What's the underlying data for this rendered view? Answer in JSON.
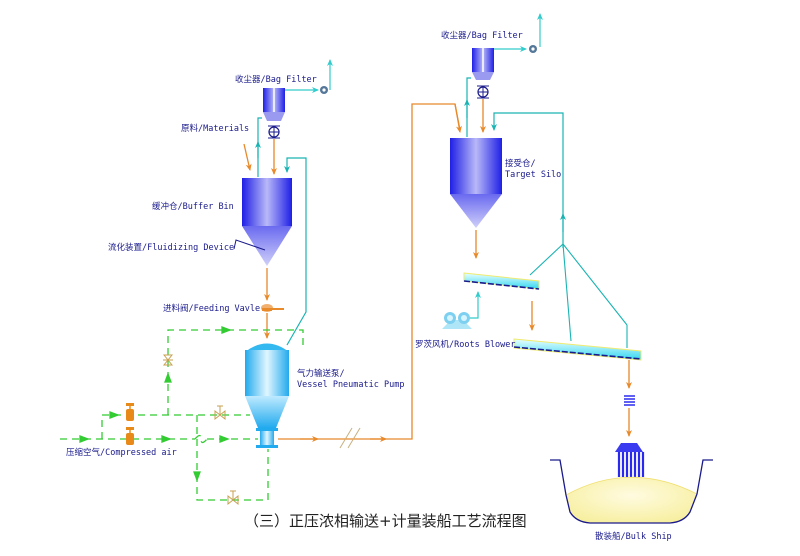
{
  "title": "（三）正压浓相输送+计量装船工艺流程图",
  "colors": {
    "material_line": "#e8892a",
    "exhaust_line": "#1ab3b3",
    "air_line": "#33cc33",
    "label_text": "#1a1a8c",
    "equipment_blue": "#2a2aee",
    "pump_cyan": "#33b8f0",
    "valve_orange": "#e88a1a"
  },
  "labels": {
    "bag_filter_1": "收尘器/Bag Filter",
    "materials": "原料/Materials",
    "buffer_bin": "缓冲仓/Buffer Bin",
    "fluidizing_device": "流化装置/Fluidizing Device",
    "feeding_valve": "进料阀/Feeding Vavle",
    "vessel_pump_cn": "气力输送泵/",
    "vessel_pump_en": "Vessel Pneumatic Pump",
    "compressed_air": "压缩空气/Compressed air",
    "bag_filter_2": "收尘器/Bag Filter",
    "target_silo_cn": "接受仓/",
    "target_silo_en": "Target Silo",
    "roots_blower": "罗茨风机/Roots Blower",
    "bulk_ship": "散装船/Bulk Ship"
  }
}
